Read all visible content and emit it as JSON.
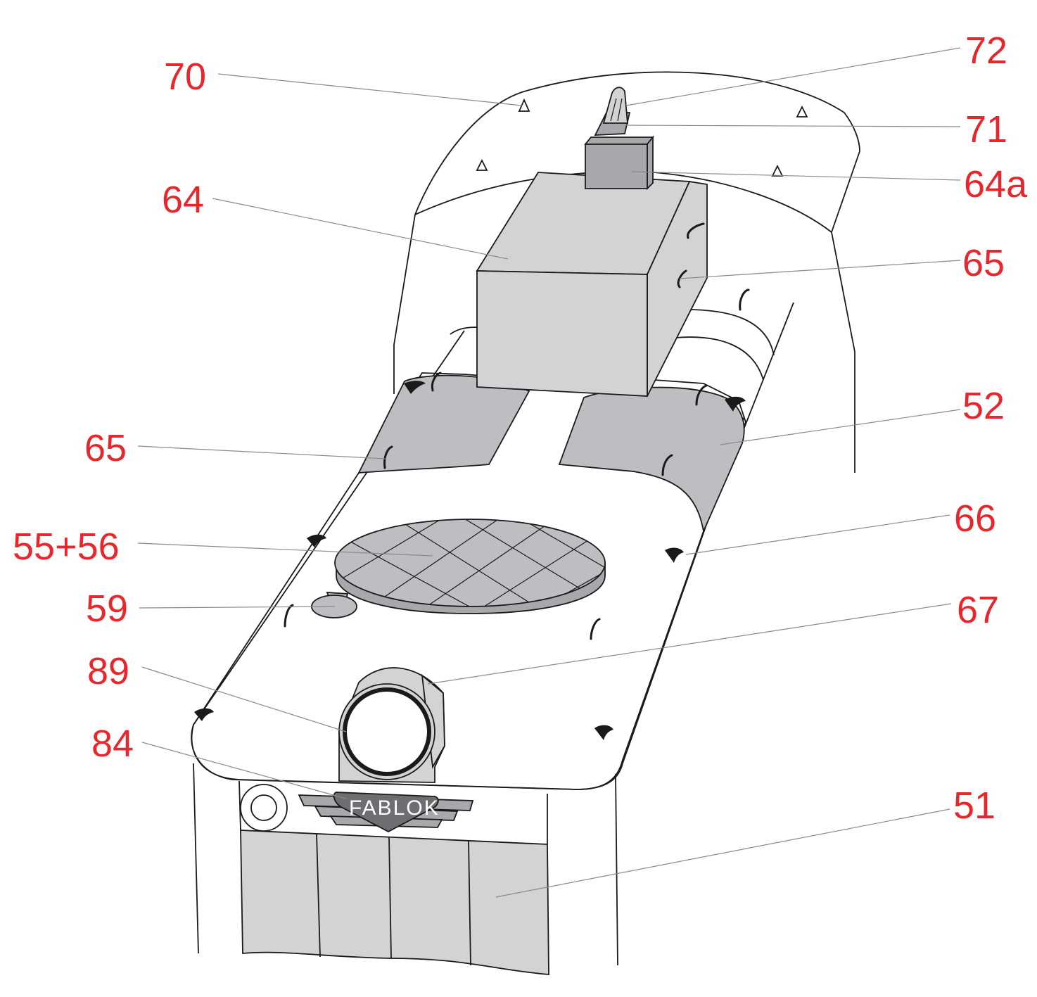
{
  "callouts": {
    "c70": "70",
    "c72": "72",
    "c71": "71",
    "c64a": "64a",
    "c64": "64",
    "c65_top": "65",
    "c52": "52",
    "c65_left": "65",
    "c66": "66",
    "c5556": "55+56",
    "c59": "59",
    "c67": "67",
    "c89": "89",
    "c84": "84",
    "c51": "51"
  },
  "badge": {
    "text": "FABLOK"
  },
  "colors": {
    "label": "#e8262c",
    "leader": "#8a8a8a",
    "outline": "#1a1a1a",
    "panel_light": "#d2d3d5",
    "panel_mid": "#bdbec1",
    "panel_dark": "#a6a8ab"
  }
}
